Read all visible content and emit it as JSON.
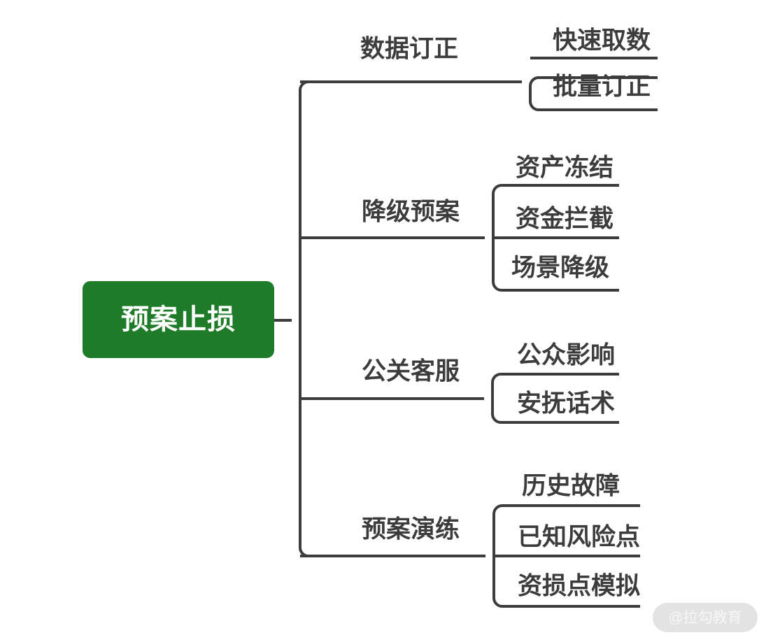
{
  "diagram": {
    "type": "mind-map",
    "title": "预案止损",
    "orientation": "left-to-right",
    "background_color": "#ffffff",
    "root": {
      "label": "预案止损",
      "fill_color": "#1e7b28",
      "text_color": "#ffffff"
    },
    "line_color": "#3c3c3c",
    "text_color": "#3c3c3c",
    "branches": [
      {
        "label": "数据订正",
        "children": [
          {
            "label": "快速取数"
          },
          {
            "label": "批量订正"
          }
        ]
      },
      {
        "label": "降级预案",
        "children": [
          {
            "label": "资产冻结"
          },
          {
            "label": "资金拦截"
          },
          {
            "label": "场景降级"
          }
        ]
      },
      {
        "label": "公关客服",
        "children": [
          {
            "label": "公众影响"
          },
          {
            "label": "安抚话术"
          }
        ]
      },
      {
        "label": "预案演练",
        "children": [
          {
            "label": "历史故障"
          },
          {
            "label": "已知风险点"
          },
          {
            "label": "资损点模拟"
          }
        ]
      }
    ]
  },
  "watermark": {
    "label": "@拉勾教育"
  }
}
